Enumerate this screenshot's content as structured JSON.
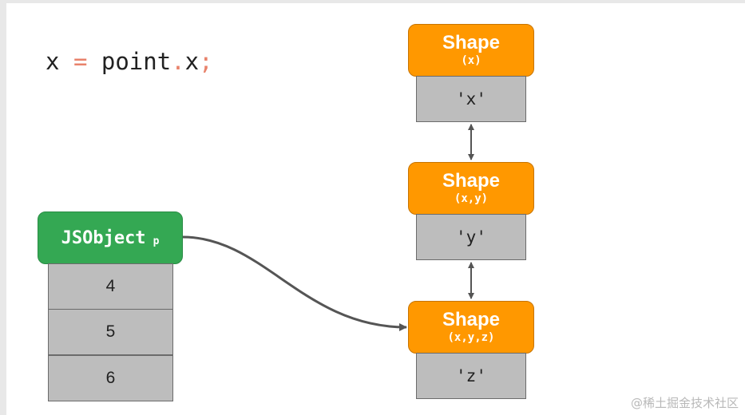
{
  "code": {
    "lhs": "x",
    "op_eq": "=",
    "obj": "point",
    "dot": ".",
    "prop": "x",
    "semi": ";"
  },
  "jsobject": {
    "title": "JSObject",
    "var": "p",
    "values": [
      "4",
      "5",
      "6"
    ]
  },
  "shapes": [
    {
      "title": "Shape",
      "sub": "(x)",
      "key": "'x'"
    },
    {
      "title": "Shape",
      "sub": "(x,y)",
      "key": "'y'"
    },
    {
      "title": "Shape",
      "sub": "(x,y,z)",
      "key": "'z'"
    }
  ],
  "colors": {
    "jsobject": "#34a853",
    "shape": "#ff9800",
    "cell": "#bdbdbd",
    "operator": "#e8826b",
    "arrow": "#555555"
  },
  "watermark": "@稀土掘金技术社区"
}
